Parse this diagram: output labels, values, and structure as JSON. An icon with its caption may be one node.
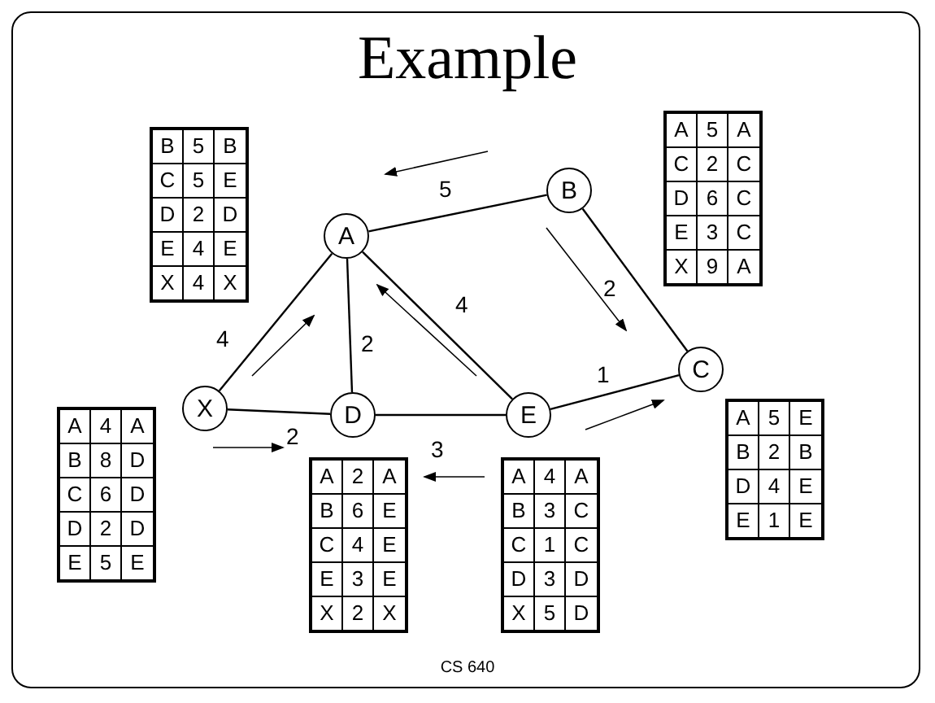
{
  "diagram": {
    "title": "Example",
    "nodes": [
      {
        "text": [
          "A"
        ]
      },
      {
        "text": [
          "B"
        ]
      },
      {
        "text": [
          "C"
        ]
      },
      {
        "text": [
          "X"
        ]
      },
      {
        "text": [
          "D"
        ]
      },
      {
        "text": [
          "E"
        ]
      }
    ],
    "edges": [
      {
        "from": 3,
        "to": 0,
        "arrow": "none",
        "label": "4"
      },
      {
        "from": 0,
        "to": 1,
        "arrow": "none",
        "label": "5"
      },
      {
        "from": 0,
        "to": 4,
        "arrow": "none",
        "label": "2"
      },
      {
        "from": 0,
        "to": 5,
        "arrow": "none",
        "label": "4"
      },
      {
        "from": 1,
        "to": 2,
        "arrow": "none",
        "label": "2"
      },
      {
        "from": 5,
        "to": 2,
        "arrow": "none",
        "label": "1"
      },
      {
        "from": 3,
        "to": 4,
        "arrow": "none",
        "label": "2"
      },
      {
        "from": 4,
        "to": 5,
        "arrow": "none",
        "label": "3"
      }
    ],
    "labels": [
      "B",
      "5",
      "B",
      "C",
      "5",
      "E",
      "D",
      "2",
      "D",
      "E",
      "4",
      "E",
      "X",
      "4",
      "X",
      "A",
      "5",
      "A",
      "C",
      "2",
      "C",
      "D",
      "6",
      "C",
      "E",
      "3",
      "C",
      "X",
      "9",
      "A",
      "A",
      "4",
      "A",
      "B",
      "8",
      "D",
      "C",
      "6",
      "D",
      "D",
      "2",
      "D",
      "E",
      "5",
      "E",
      "A",
      "5",
      "E",
      "B",
      "2",
      "B",
      "D",
      "4",
      "E",
      "E",
      "1",
      "E",
      "A",
      "2",
      "A",
      "B",
      "6",
      "E",
      "C",
      "4",
      "E",
      "E",
      "3",
      "E",
      "X",
      "2",
      "X",
      "A",
      "4",
      "A",
      "B",
      "3",
      "C",
      "C",
      "1",
      "C",
      "D",
      "3",
      "D",
      "X",
      "5",
      "D",
      "CS 640"
    ]
  }
}
